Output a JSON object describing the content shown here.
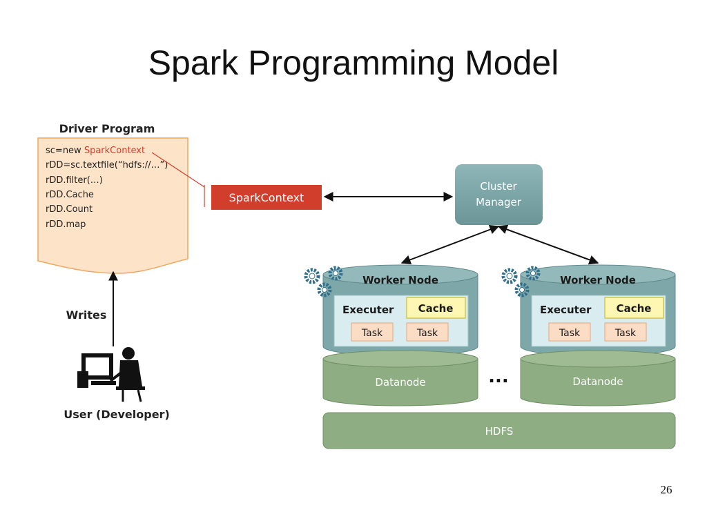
{
  "title": "Spark Programming Model",
  "page_number": "26",
  "driver": {
    "label": "Driver Program",
    "code_lines": [
      {
        "text": "sc=new ",
        "highlight": "SparkContext"
      },
      {
        "text": "rDD=sc.textfile(“hdfs://…”)",
        "highlight": ""
      },
      {
        "text": "rDD.filter(…)",
        "highlight": ""
      },
      {
        "text": "rDD.Cache",
        "highlight": ""
      },
      {
        "text": "rDD.Count",
        "highlight": ""
      },
      {
        "text": "rDD.map",
        "highlight": ""
      }
    ]
  },
  "spark_context": {
    "label": "SparkContext"
  },
  "cluster_manager": {
    "line1": "Cluster",
    "line2": "Manager"
  },
  "writes_label": "Writes",
  "user_label": "User (Developer)",
  "workers": [
    {
      "label": "Worker Node",
      "executer": "Executer",
      "cache": "Cache",
      "tasks": [
        "Task",
        "Task"
      ],
      "datanode": "Datanode"
    },
    {
      "label": "Worker Node",
      "executer": "Executer",
      "cache": "Cache",
      "tasks": [
        "Task",
        "Task"
      ],
      "datanode": "Datanode"
    }
  ],
  "ellipsis": "...",
  "hdfs": {
    "label": "HDFS"
  },
  "colors": {
    "spark_red": "#d13f2c",
    "doc_fill": "#fde3c8",
    "doc_border": "#f2a65f",
    "worker_teal": "#7ea7a9",
    "manager_teal": "#7aa4a6",
    "datanode_green": "#8fad83",
    "cache_yellow": "#fdf7b3",
    "task_peach": "#fbdcc4"
  }
}
